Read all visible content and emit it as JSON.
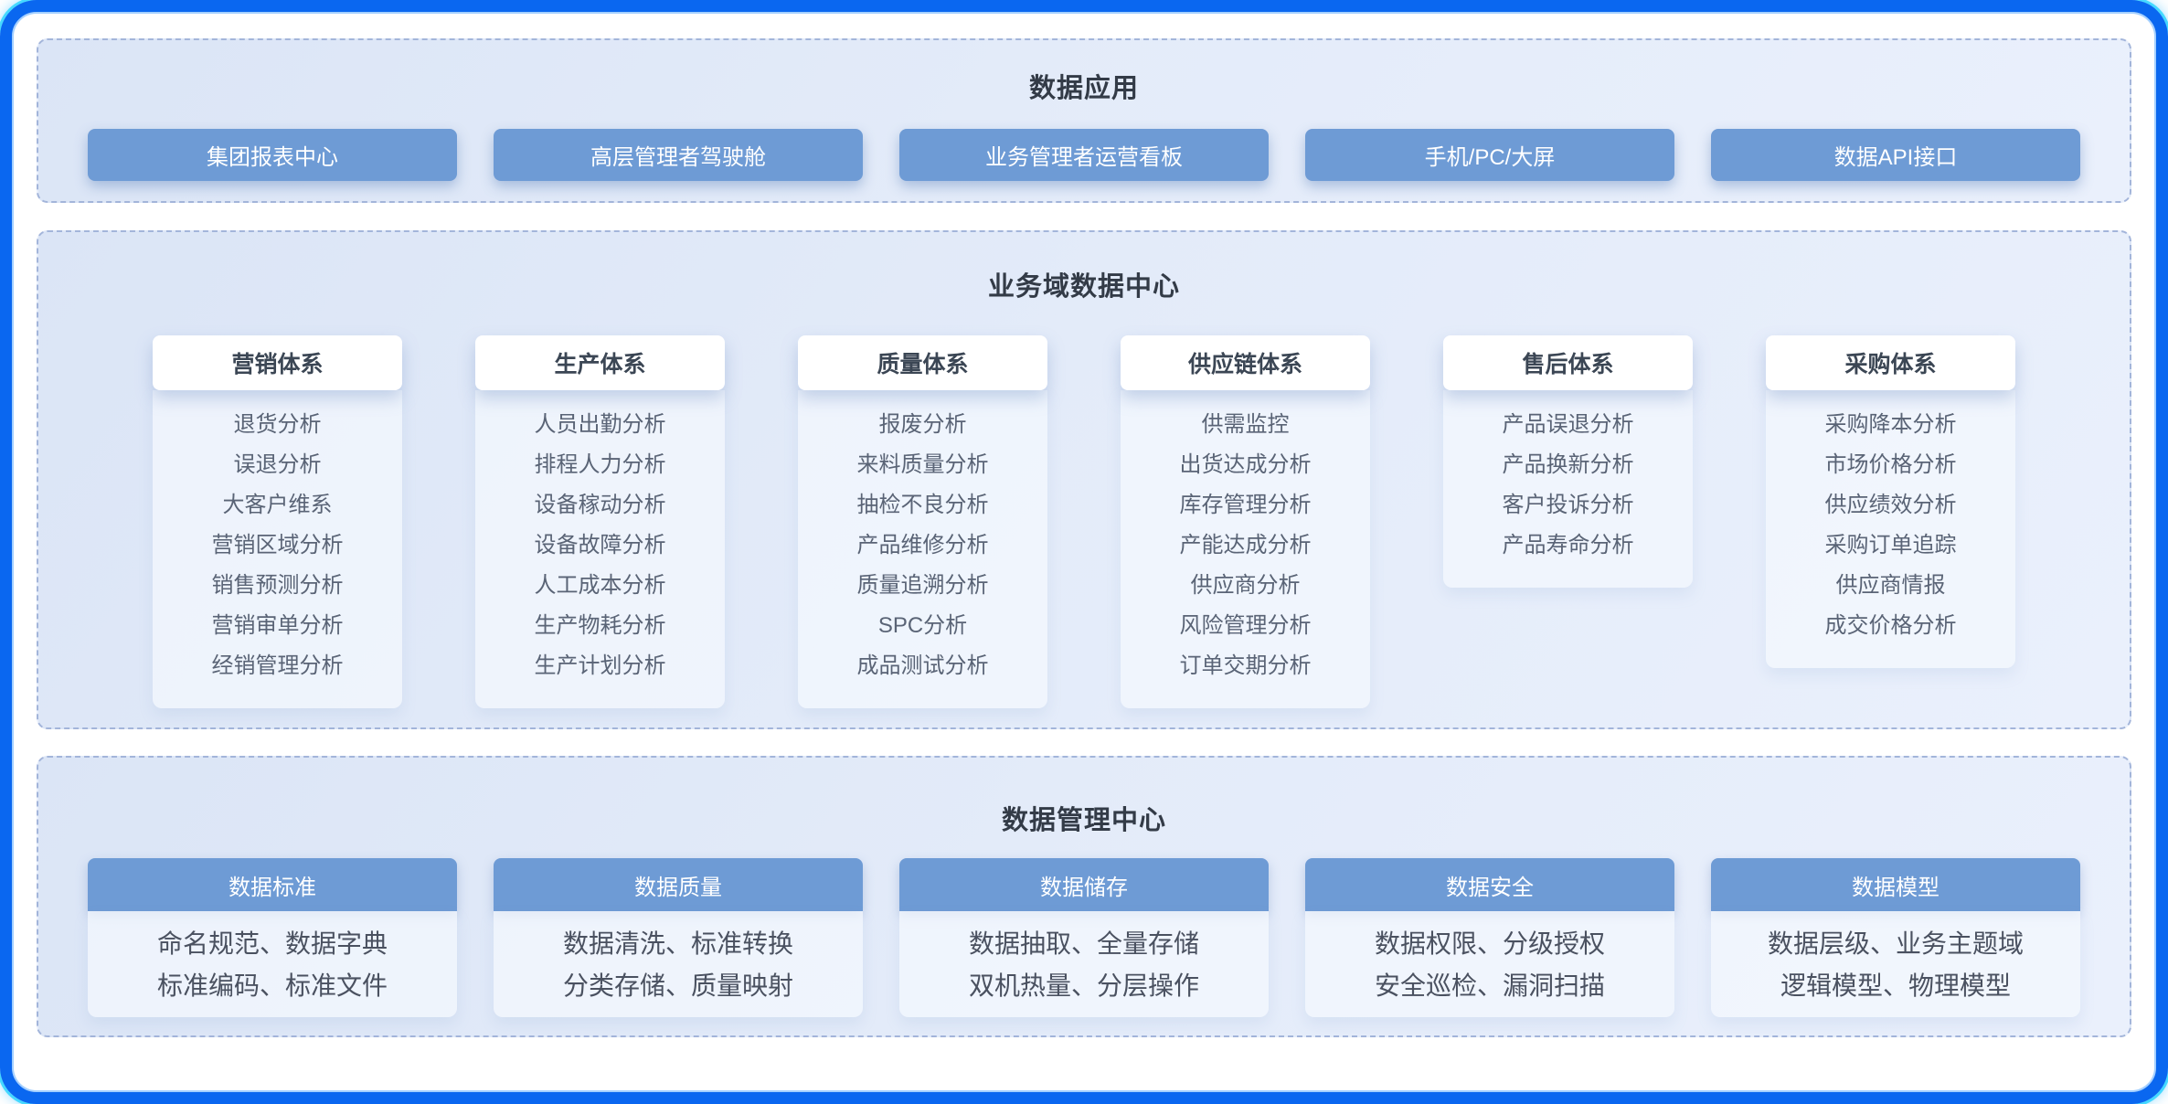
{
  "apps": {
    "title": "数据应用",
    "buttons": [
      "集团报表中心",
      "高层管理者驾驶舱",
      "业务管理者运营看板",
      "手机/PC/大屏",
      "数据API接口"
    ]
  },
  "business": {
    "title": "业务域数据中心",
    "columns": [
      {
        "header": "营销体系",
        "items": [
          "退货分析",
          "误退分析",
          "大客户维系",
          "营销区域分析",
          "销售预测分析",
          "营销审单分析",
          "经销管理分析"
        ]
      },
      {
        "header": "生产体系",
        "items": [
          "人员出勤分析",
          "排程人力分析",
          "设备稼动分析",
          "设备故障分析",
          "人工成本分析",
          "生产物耗分析",
          "生产计划分析"
        ]
      },
      {
        "header": "质量体系",
        "items": [
          "报废分析",
          "来料质量分析",
          "抽检不良分析",
          "产品维修分析",
          "质量追溯分析",
          "SPC分析",
          "成品测试分析"
        ]
      },
      {
        "header": "供应链体系",
        "items": [
          "供需监控",
          "出货达成分析",
          "库存管理分析",
          "产能达成分析",
          "供应商分析",
          "风险管理分析",
          "订单交期分析"
        ]
      },
      {
        "header": "售后体系",
        "items": [
          "产品误退分析",
          "产品换新分析",
          "客户投诉分析",
          "产品寿命分析"
        ]
      },
      {
        "header": "采购体系",
        "items": [
          "采购降本分析",
          "市场价格分析",
          "供应绩效分析",
          "采购订单追踪",
          "供应商情报",
          "成交价格分析"
        ]
      }
    ]
  },
  "management": {
    "title": "数据管理中心",
    "cards": [
      {
        "header": "数据标准",
        "lines": [
          "命名规范、数据字典",
          "标准编码、标准文件"
        ]
      },
      {
        "header": "数据质量",
        "lines": [
          "数据清洗、标准转换",
          "分类存储、质量映射"
        ]
      },
      {
        "header": "数据储存",
        "lines": [
          "数据抽取、全量存储",
          "双机热量、分层操作"
        ]
      },
      {
        "header": "数据安全",
        "lines": [
          "数据权限、分级授权",
          "安全巡检、漏洞扫描"
        ]
      },
      {
        "header": "数据模型",
        "lines": [
          "数据层级、业务主题域",
          "逻辑模型、物理模型"
        ]
      }
    ]
  },
  "colors": {
    "frame_blue": "#0a67f0",
    "frame_cyan_glow": "#18d2ff",
    "panel_bg": "#e3ebf9",
    "panel_dashed_border": "#a3b5da",
    "button_blue": "#6e9bd5",
    "inner_panel_bg": "#f0f5fd",
    "title_text": "#333b47",
    "item_text": "#5a6476",
    "card_line_text": "#4a5160"
  }
}
